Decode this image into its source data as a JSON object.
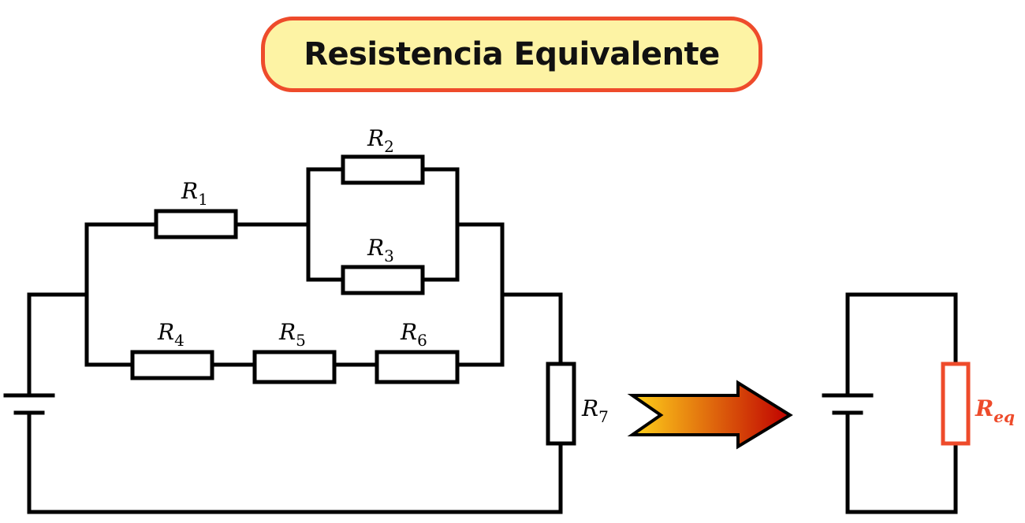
{
  "title": "Resistencia Equivalente",
  "resistors": [
    {
      "id": "R1",
      "base": "R",
      "sub": "1"
    },
    {
      "id": "R2",
      "base": "R",
      "sub": "2"
    },
    {
      "id": "R3",
      "base": "R",
      "sub": "3"
    },
    {
      "id": "R4",
      "base": "R",
      "sub": "4"
    },
    {
      "id": "R5",
      "base": "R",
      "sub": "5"
    },
    {
      "id": "R6",
      "base": "R",
      "sub": "6"
    },
    {
      "id": "R7",
      "base": "R",
      "sub": "7"
    }
  ],
  "equivalent": {
    "base": "R",
    "sub": "eq"
  },
  "colors": {
    "accent": "#ee4b2b",
    "title_bg": "#fdf3a4",
    "arrow_start": "#ffd21a",
    "arrow_end": "#c00000"
  }
}
